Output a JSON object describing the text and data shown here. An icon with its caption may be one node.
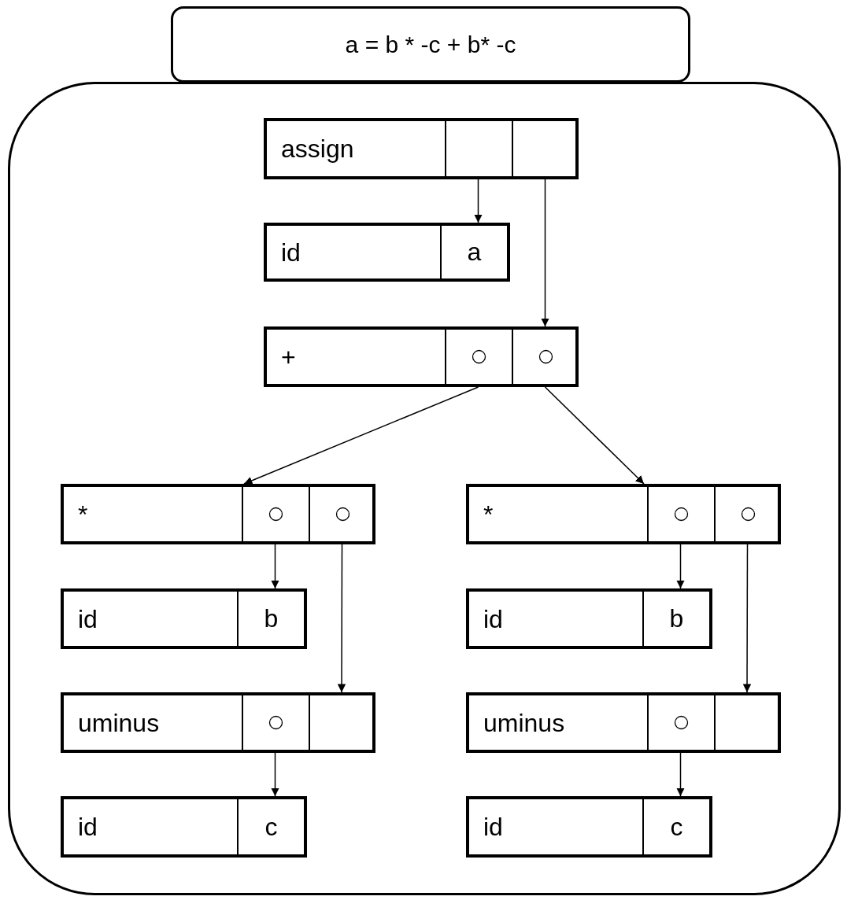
{
  "diagram": {
    "nodes": [
      {
        "text": [
          "a = b * -c + b* -c"
        ]
      },
      {
        "text": [],
        "shape": "box"
      },
      {
        "text": [
          "assign"
        ],
        "in": 1
      },
      {
        "text": [],
        "shape": "box",
        "in": 2
      },
      {
        "text": [],
        "shape": "box",
        "in": 2
      },
      {
        "text": [
          "id",
          "a"
        ],
        "in": 1
      },
      {
        "text": [
          "+"
        ],
        "in": 1
      },
      {
        "text": [],
        "shape": "circle",
        "in": 6
      },
      {
        "text": [],
        "shape": "circle",
        "in": 6
      },
      {
        "text": [
          "*"
        ],
        "in": 1
      },
      {
        "text": [],
        "shape": "circle",
        "in": 9
      },
      {
        "text": [],
        "shape": "circle",
        "in": 9
      },
      {
        "text": [
          "id",
          "b"
        ],
        "in": 1
      },
      {
        "text": [
          "uminus"
        ],
        "in": 1
      },
      {
        "text": [],
        "shape": "circle",
        "in": 13
      },
      {
        "text": [],
        "shape": "box",
        "in": 13
      },
      {
        "text": [
          "id",
          "c"
        ],
        "in": 1
      },
      {
        "text": [
          "*"
        ],
        "in": 1
      },
      {
        "text": [],
        "shape": "circle",
        "in": 17
      },
      {
        "text": [],
        "shape": "circle",
        "in": 17
      },
      {
        "text": [
          "id",
          "b"
        ],
        "in": 1
      },
      {
        "text": [
          "uminus"
        ],
        "in": 1
      },
      {
        "text": [],
        "shape": "circle",
        "in": 21
      },
      {
        "text": [],
        "shape": "box",
        "in": 21
      },
      {
        "text": [
          "id",
          "c"
        ],
        "in": 1
      }
    ],
    "edges": [
      {
        "from": 3,
        "to": 5,
        "arrow": "to"
      },
      {
        "from": 4,
        "to": 6,
        "arrow": "to"
      },
      {
        "from": 7,
        "to": 9,
        "arrow": "to"
      },
      {
        "from": 8,
        "to": 17,
        "arrow": "to"
      },
      {
        "from": 10,
        "to": 12,
        "arrow": "to"
      },
      {
        "from": 11,
        "to": 13,
        "arrow": "to"
      },
      {
        "from": 14,
        "to": 16,
        "arrow": "to"
      },
      {
        "from": 18,
        "to": 20,
        "arrow": "to"
      },
      {
        "from": 19,
        "to": 21,
        "arrow": "to"
      },
      {
        "from": 22,
        "to": 24,
        "arrow": "to"
      }
    ]
  }
}
